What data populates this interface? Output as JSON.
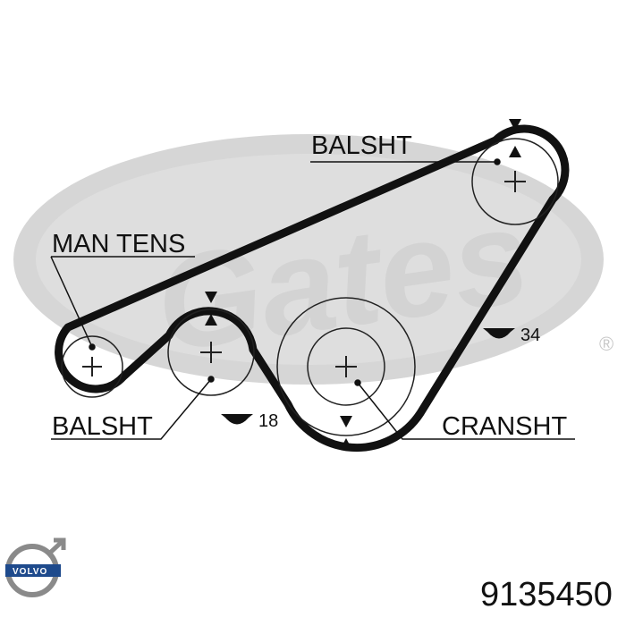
{
  "watermark": {
    "text": "Gates",
    "registered": "®",
    "color": "#d3d3d3"
  },
  "labels": {
    "balsht_top": "BALSHT",
    "man_tens": "MAN TENS",
    "balsht_left": "BALSHT",
    "cranksht": "CRANSHT",
    "teeth_right": "34",
    "teeth_left": "18"
  },
  "brand": {
    "name": "VOLVO",
    "color": "#1e4a8c"
  },
  "part_number": "9135450",
  "colors": {
    "belt": "#111111",
    "pulley": "#222222",
    "background": "#ffffff"
  }
}
